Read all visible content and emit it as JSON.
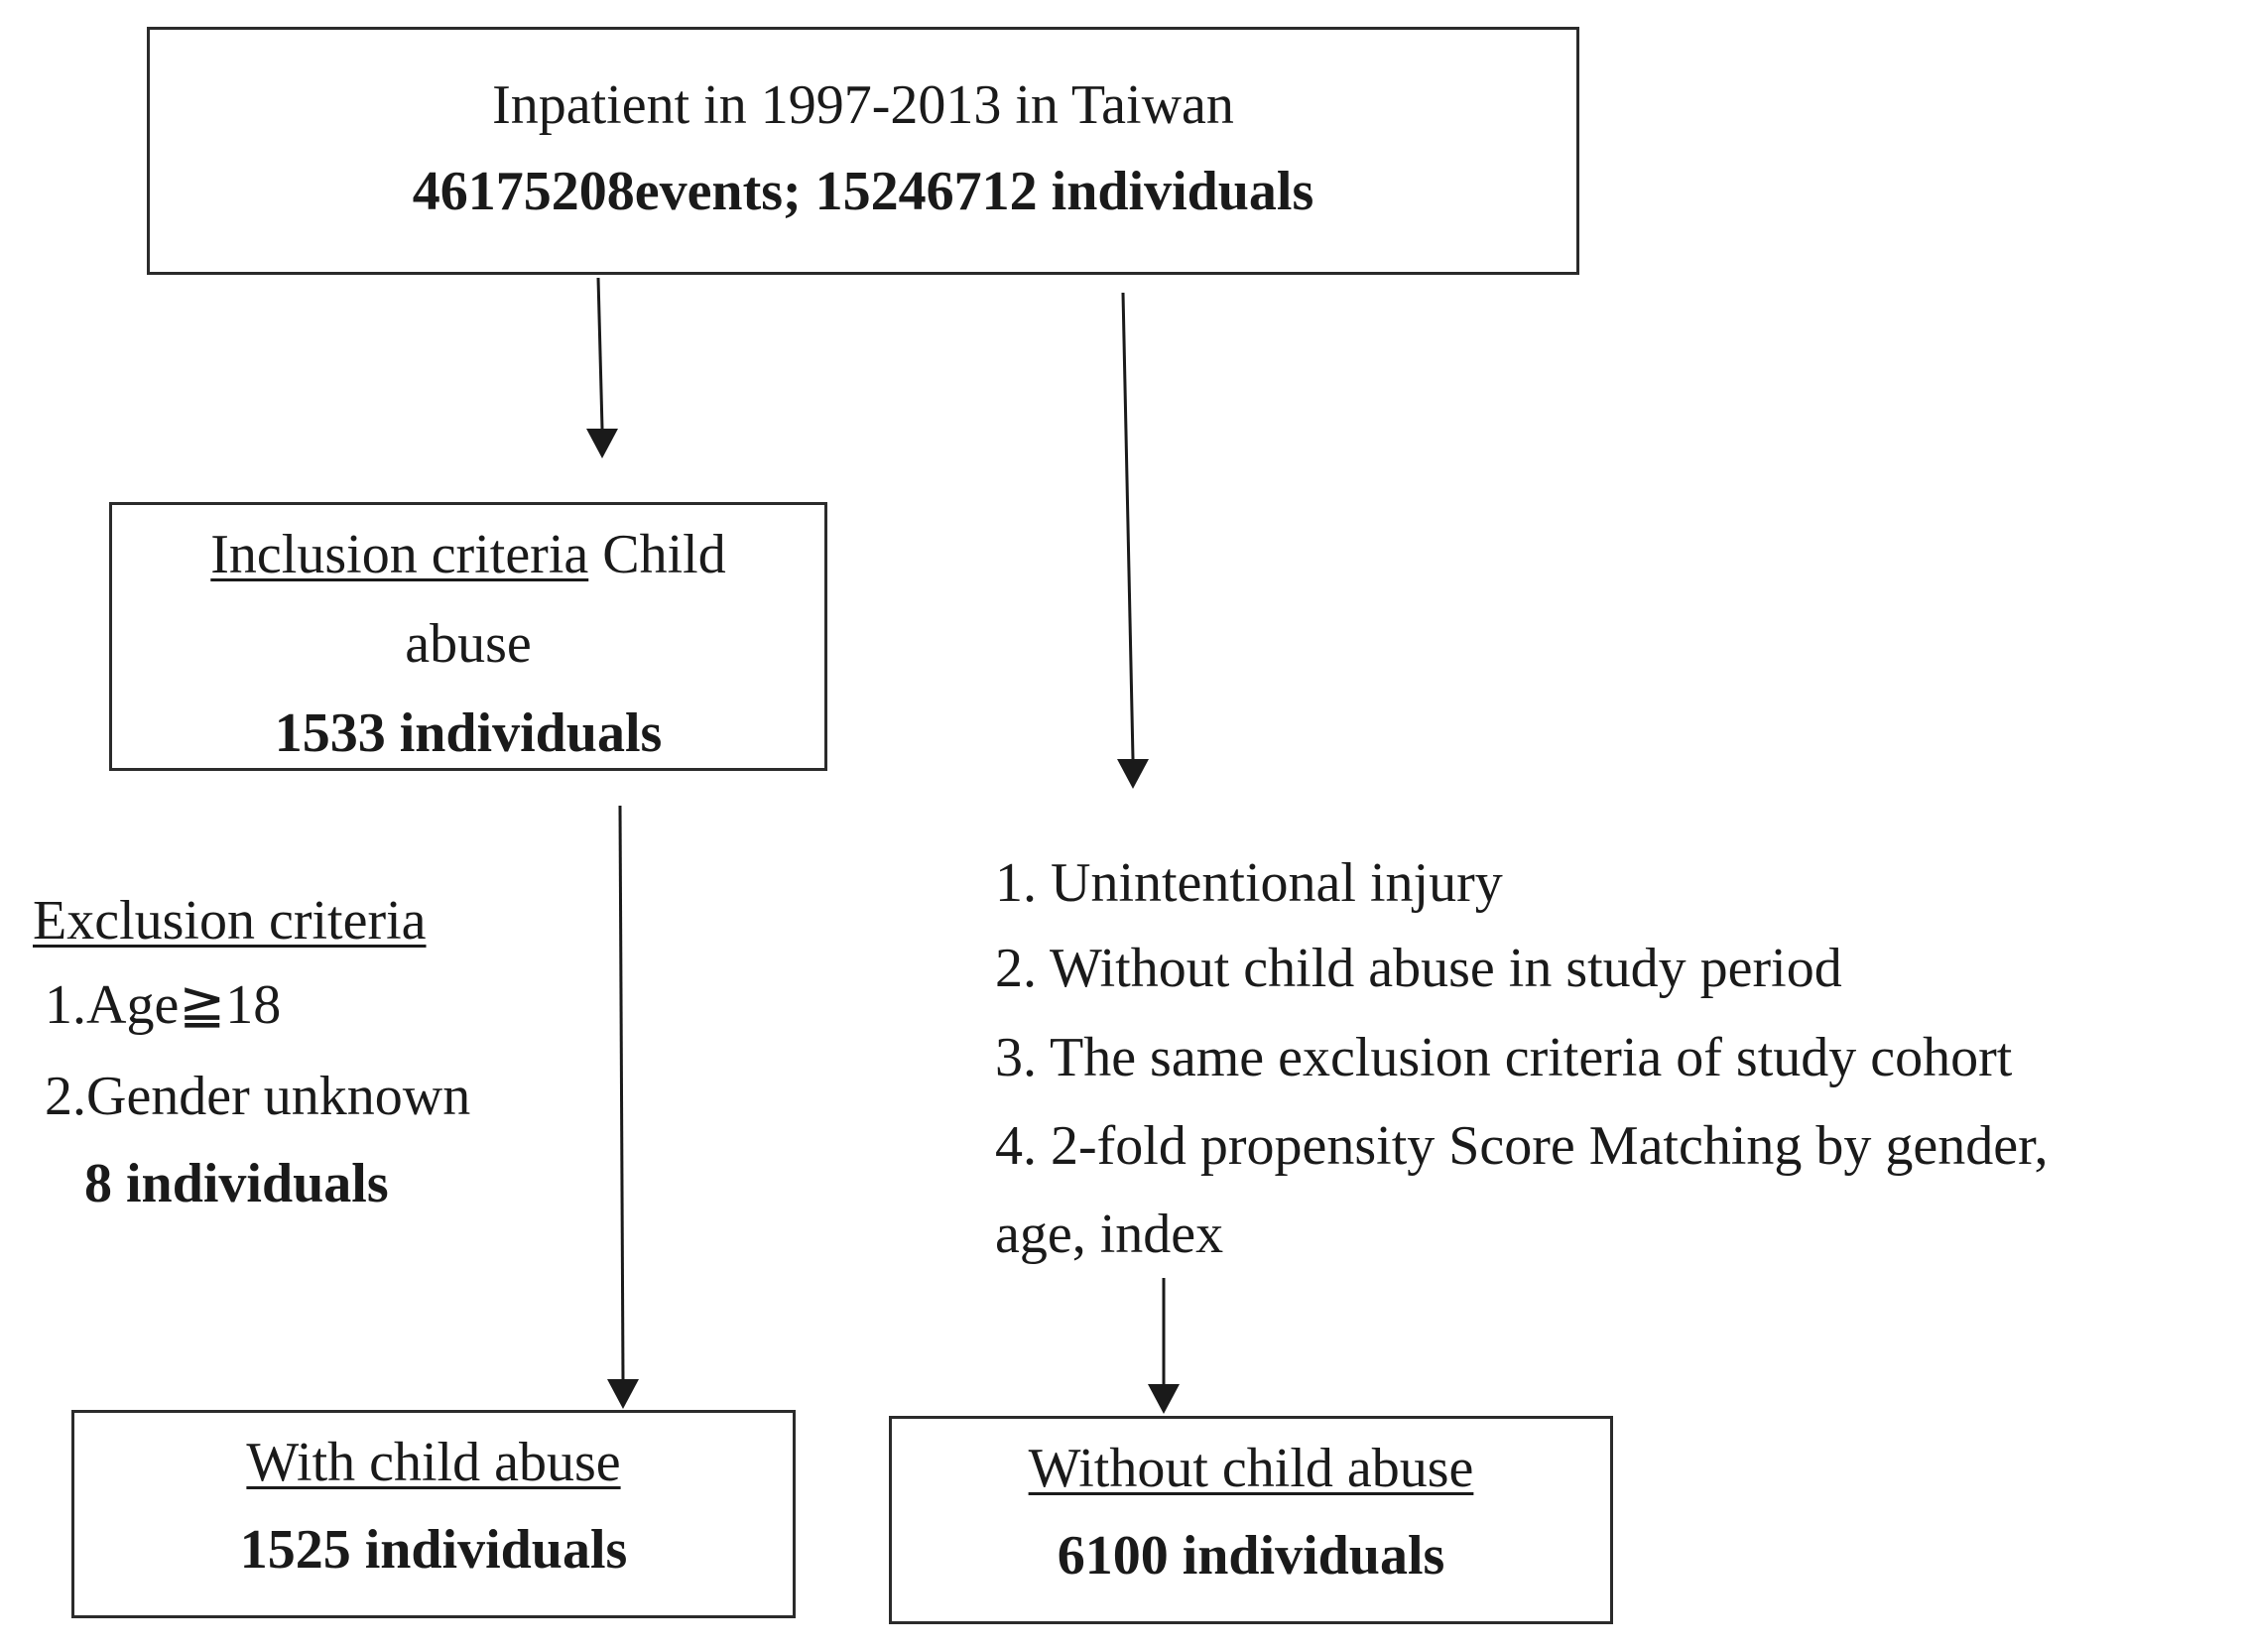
{
  "top_box": {
    "line1": "Inpatient in 1997-2013 in Taiwan",
    "line2": "46175208events; 15246712 individuals"
  },
  "inclusion_box": {
    "label_underlined": "Inclusion criteria",
    "label_rest": " Child",
    "line2": "abuse",
    "count": "1533 individuals"
  },
  "exclusion": {
    "title": "Exclusion criteria",
    "item1": "1.Age≧18",
    "item2": "2.Gender unknown",
    "count": "8 individuals"
  },
  "control_criteria": {
    "item1": "1. Unintentional injury",
    "item2": "2. Without child abuse in study period",
    "item3": "3. The same exclusion criteria of study cohort",
    "item4": "4. 2-fold propensity Score Matching by gender,",
    "item4_cont": "age, index"
  },
  "with_box": {
    "title": "With child abuse",
    "count": "1525 individuals"
  },
  "without_box": {
    "title": "Without child abuse",
    "count": "6100 individuals"
  }
}
